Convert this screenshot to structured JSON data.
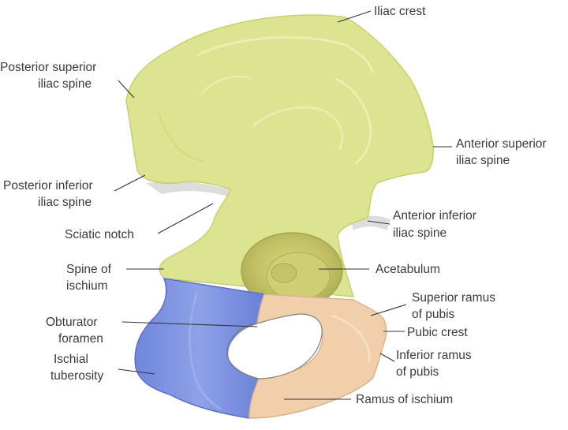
{
  "labels": {
    "iliac_crest": "Iliac crest",
    "psis_1": "Posterior superior",
    "psis_2": "iliac spine",
    "asis_1": "Anterior superior",
    "asis_2": "iliac spine",
    "piis_1": "Posterior inferior",
    "piis_2": "iliac spine",
    "aiis_1": "Anterior inferior",
    "aiis_2": "iliac spine",
    "sciatic_notch": "Sciatic notch",
    "spine_ischium_1": "Spine of",
    "spine_ischium_2": "ischium",
    "acetabulum": "Acetabulum",
    "superior_ramus_1": "Superior ramus",
    "superior_ramus_2": "of pubis",
    "pubic_crest": "Pubic crest",
    "obturator_1": "Obturator",
    "obturator_2": "foramen",
    "inferior_ramus_1": "Inferior ramus",
    "inferior_ramus_2": "of pubis",
    "ischial_tub_1": "Ischial",
    "ischial_tub_2": "tuberosity",
    "ramus_ischium": "Ramus of ischium"
  },
  "colors": {
    "ilium": "#dde491",
    "ilium_edge": "#c7cf6e",
    "ischium": "#8196e2",
    "ischium_edge": "#5c70c6",
    "pubis": "#f0cfaa",
    "pubis_edge": "#d9b48d",
    "acetabulum": "#c7c66a",
    "leader": "#333333",
    "label": "#3a3a3a"
  }
}
